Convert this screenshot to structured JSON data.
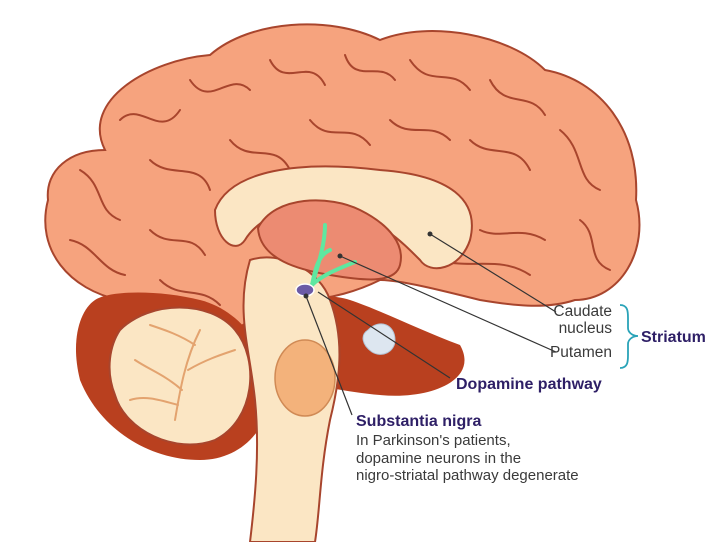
{
  "labels": {
    "caudate_line1": "Caudate",
    "caudate_line2": "nucleus",
    "putamen": "Putamen",
    "striatum": "Striatum",
    "dopamine_pathway": "Dopamine pathway",
    "substantia_nigra": "Substantia nigra",
    "description": [
      "In Parkinson's patients,",
      "dopamine neurons in the",
      "nigro-striatal pathway degenerate"
    ]
  },
  "colors": {
    "cortex": "#f6a37e",
    "sulcus_line": "#a8452d",
    "dark_region": "#b9401f",
    "pale_structure": "#fbe6c4",
    "striatum": "#ec8b72",
    "dopamine_pathway": "#5ee7a0",
    "substantia_nigra": "#6b5aa6",
    "ventricle": "#dde6f0",
    "label_bold": "#2e1f66",
    "label_text": "#3a3a3a",
    "bracket": "#2aa3b8"
  }
}
